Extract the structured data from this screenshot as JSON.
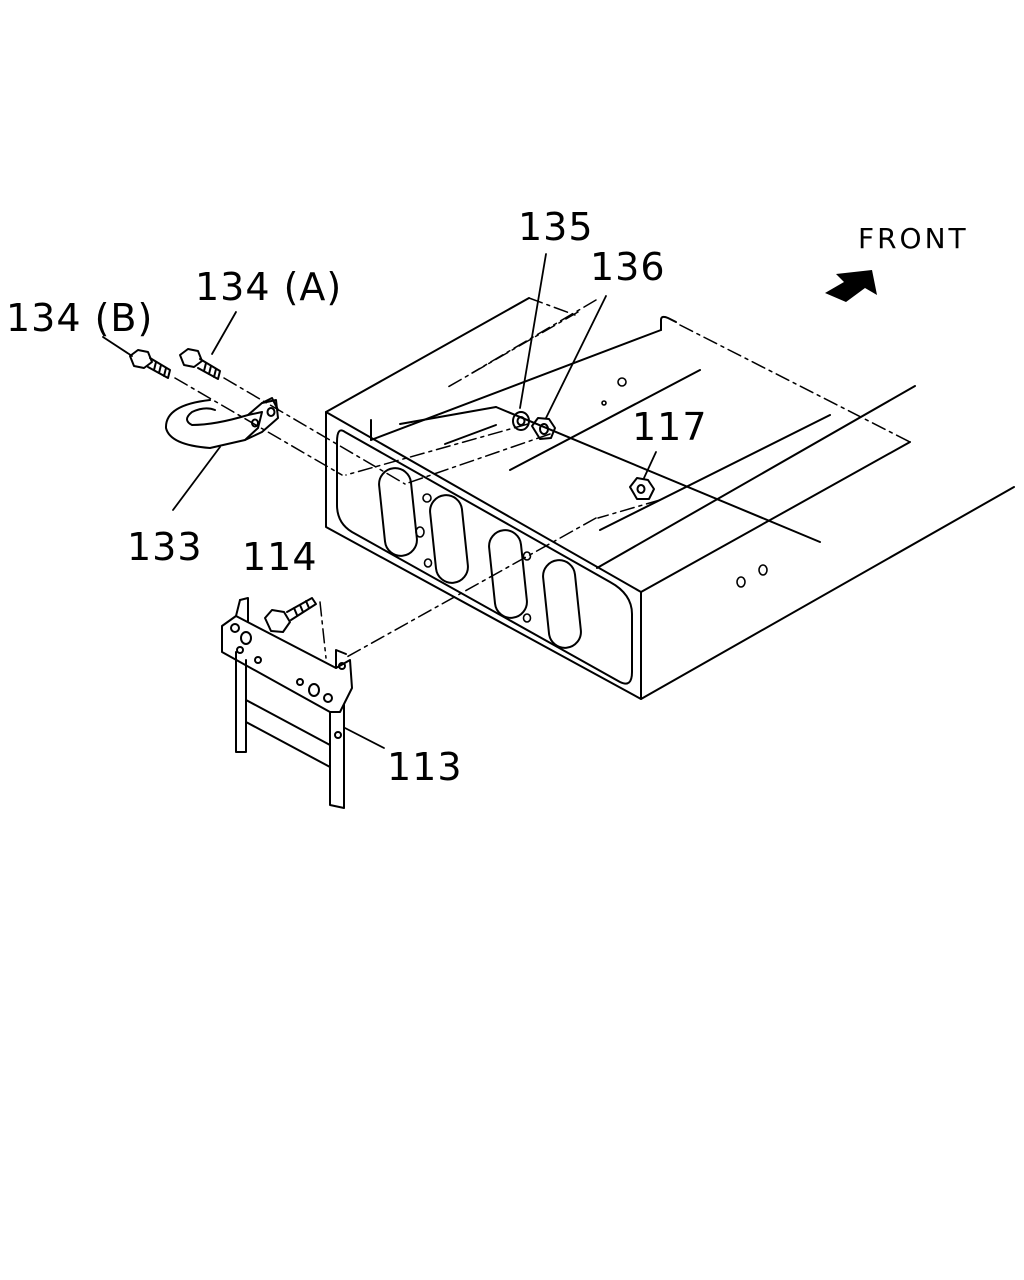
{
  "diagram": {
    "direction_label": "FRONT",
    "callouts": {
      "p135": "135",
      "p136": "136",
      "p134a": "134 (A)",
      "p134b": "134 (B)",
      "p117": "117",
      "p133": "133",
      "p114": "114",
      "p113": "113"
    },
    "colors": {
      "line": "#000000",
      "background": "#ffffff"
    },
    "icons": {
      "front_arrow": "front-direction-arrow-icon"
    }
  }
}
